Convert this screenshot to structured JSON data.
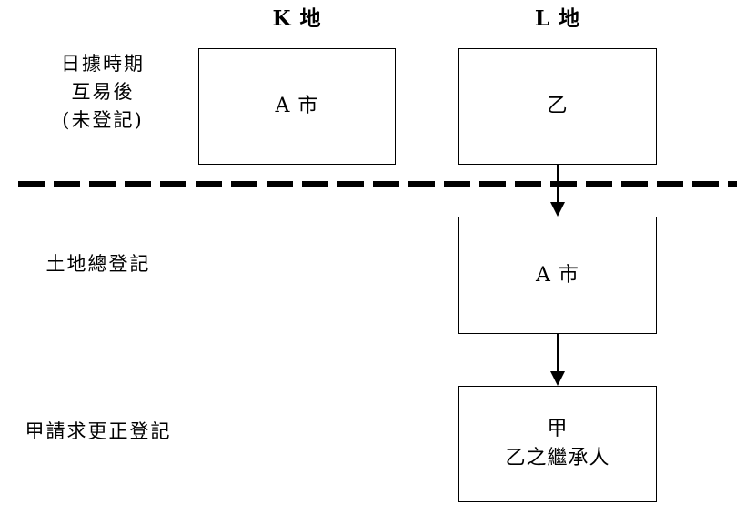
{
  "columns": {
    "left": "K 地",
    "right": "L 地"
  },
  "rows": [
    {
      "label_lines": [
        "日據時期",
        "互易後",
        "(未登記)"
      ],
      "label_text": "日據時期\n互易後\n(未登記)"
    },
    {
      "label_lines": [
        "土地總登記"
      ],
      "label_text": "土地總登記"
    },
    {
      "label_lines": [
        "甲請求更正登記"
      ],
      "label_text": "甲請求更正登記"
    }
  ],
  "boxes": {
    "k_old": {
      "lines": [
        "A 市"
      ],
      "text": "A 市"
    },
    "l_old": {
      "lines": [
        "乙"
      ],
      "text": "乙"
    },
    "l_registered": {
      "lines": [
        "A 市"
      ],
      "text": "A 市"
    },
    "l_corrected": {
      "line1": "甲",
      "line2": "乙之繼承人"
    }
  },
  "colors": {
    "stroke": "#000000",
    "background": "#ffffff",
    "text": "#000000"
  }
}
